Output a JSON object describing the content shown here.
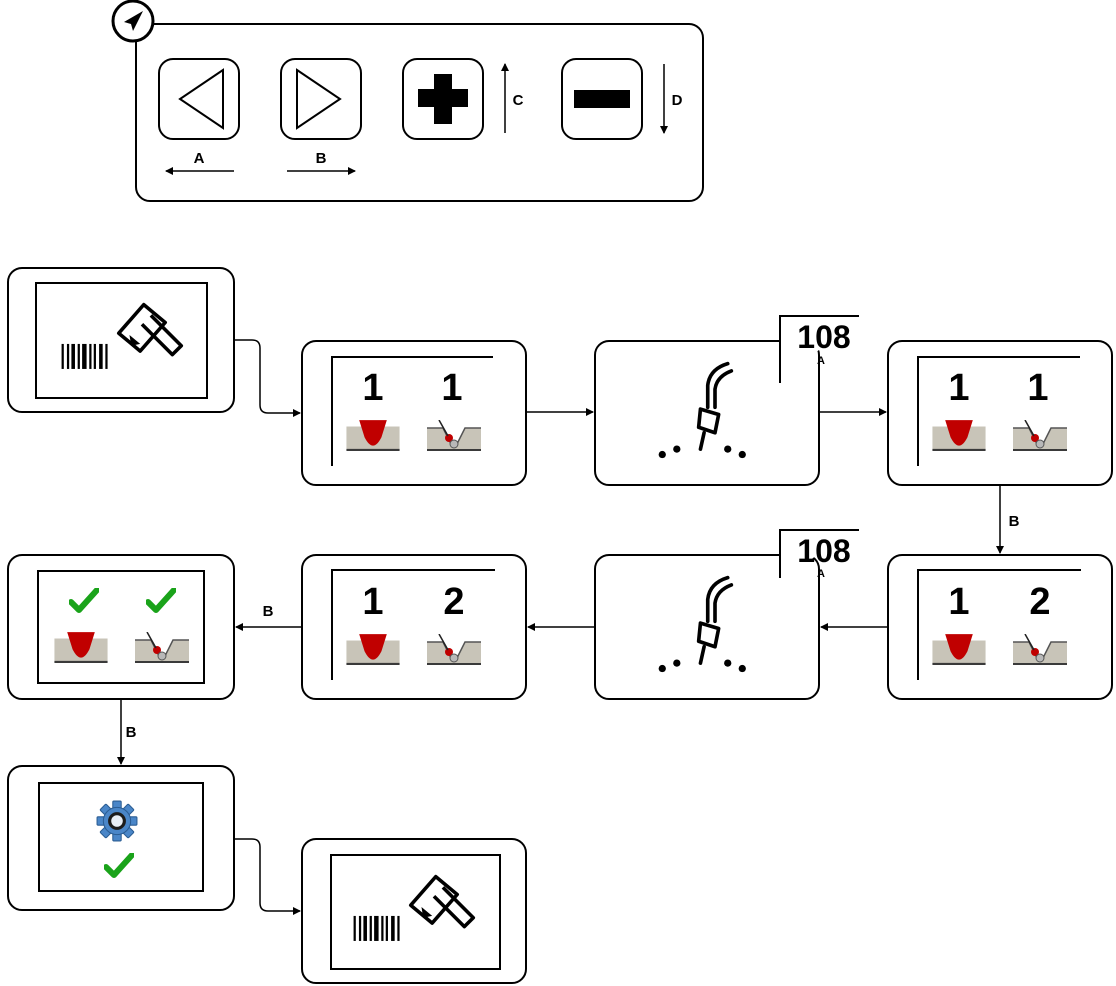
{
  "legend": {
    "keys": [
      {
        "label": "A",
        "icon": "triangle-left-icon"
      },
      {
        "label": "B",
        "icon": "triangle-right-icon"
      },
      {
        "label": "C",
        "icon": "plus-icon"
      },
      {
        "label": "D",
        "icon": "minus-icon"
      }
    ],
    "corner_icon": "navigation-arrow-icon"
  },
  "screens": {
    "layer1_counts": [
      "1",
      "1"
    ],
    "layer2_counts": [
      "1",
      "2"
    ],
    "current_value": "108",
    "current_unit": "A"
  },
  "transitions": [
    "B",
    "B",
    "B"
  ],
  "colors": {
    "weld_red": "#c00000",
    "base_metal": "#c8c4b8",
    "check_green": "#1aa31a",
    "gear_blue": "#4a86c8"
  }
}
